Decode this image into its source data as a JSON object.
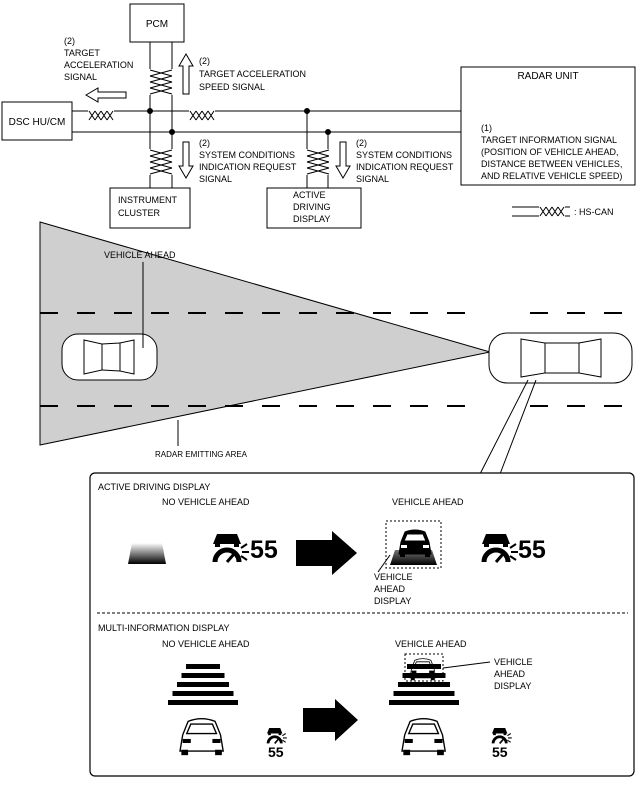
{
  "wiring": {
    "pcm": "PCM",
    "dsc": "DSC HU/CM",
    "radar_unit": "RADAR UNIT",
    "instrument_cluster": [
      "INSTRUMENT",
      "CLUSTER"
    ],
    "active_driving_display": [
      "ACTIVE",
      "DRIVING",
      "DISPLAY"
    ],
    "target_accel_signal": [
      "(2)",
      "TARGET",
      "ACCELERATION",
      "SIGNAL"
    ],
    "target_accel_speed_signal": [
      "(2)",
      "TARGET ACCELERATION",
      "SPEED SIGNAL"
    ],
    "sys_cond_left": [
      "(2)",
      "SYSTEM CONDITIONS",
      "INDICATION REQUEST",
      "SIGNAL"
    ],
    "sys_cond_right": [
      "(2)",
      "SYSTEM CONDITIONS",
      "INDICATION REQUEST",
      "SIGNAL"
    ],
    "target_info_signal": [
      "(1)",
      "TARGET INFORMATION SIGNAL",
      "(POSITION OF VEHICLE AHEAD,",
      "DISTANCE BETWEEN VEHICLES,",
      "AND RELATIVE VEHICLE SPEED)"
    ],
    "legend_hs_can": ": HS-CAN"
  },
  "road": {
    "vehicle_ahead": "VEHICLE AHEAD",
    "radar_area": "RADAR EMITTING AREA"
  },
  "panel": {
    "adr_title": "ACTIVE DRIVING DISPLAY",
    "no_vehicle_ahead": "NO VEHICLE AHEAD",
    "vehicle_ahead": "VEHICLE AHEAD",
    "speed": "55",
    "adr_callout": [
      "VEHICLE",
      "AHEAD",
      "DISPLAY"
    ],
    "mid_title": "MULTI-INFORMATION DISPLAY",
    "mid_no_vehicle_ahead": "NO VEHICLE AHEAD",
    "mid_vehicle_ahead": "VEHICLE AHEAD",
    "mid_callout": [
      "VEHICLE",
      "AHEAD",
      "DISPLAY"
    ]
  },
  "icons": [
    "can-twist-icon",
    "hollow-arrow-icon",
    "car-top-icon",
    "car-rear-icon",
    "radar-cruise-icon",
    "solid-arrow-icon"
  ]
}
